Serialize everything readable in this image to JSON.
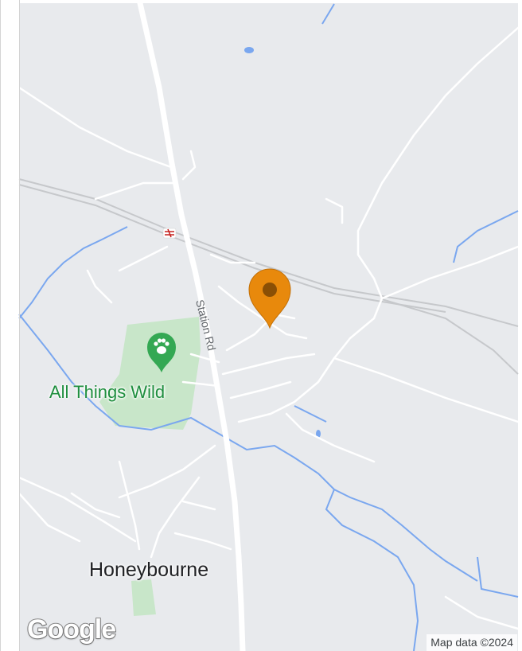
{
  "map": {
    "town_label": "Honeybourne",
    "poi": {
      "label": "All Things Wild",
      "icon": "paw-icon",
      "color": "#34a853"
    },
    "road_label": "Station Rd",
    "station_icon": "rail-station-icon",
    "marker": {
      "icon": "location-pin-icon",
      "color": "#e8890c"
    },
    "attribution": "Map data ©2024",
    "logo": "Google",
    "colors": {
      "land": "#e8eaed",
      "water": "#7aa7ef",
      "park": "#c8e6c9",
      "road": "#ffffff"
    }
  }
}
